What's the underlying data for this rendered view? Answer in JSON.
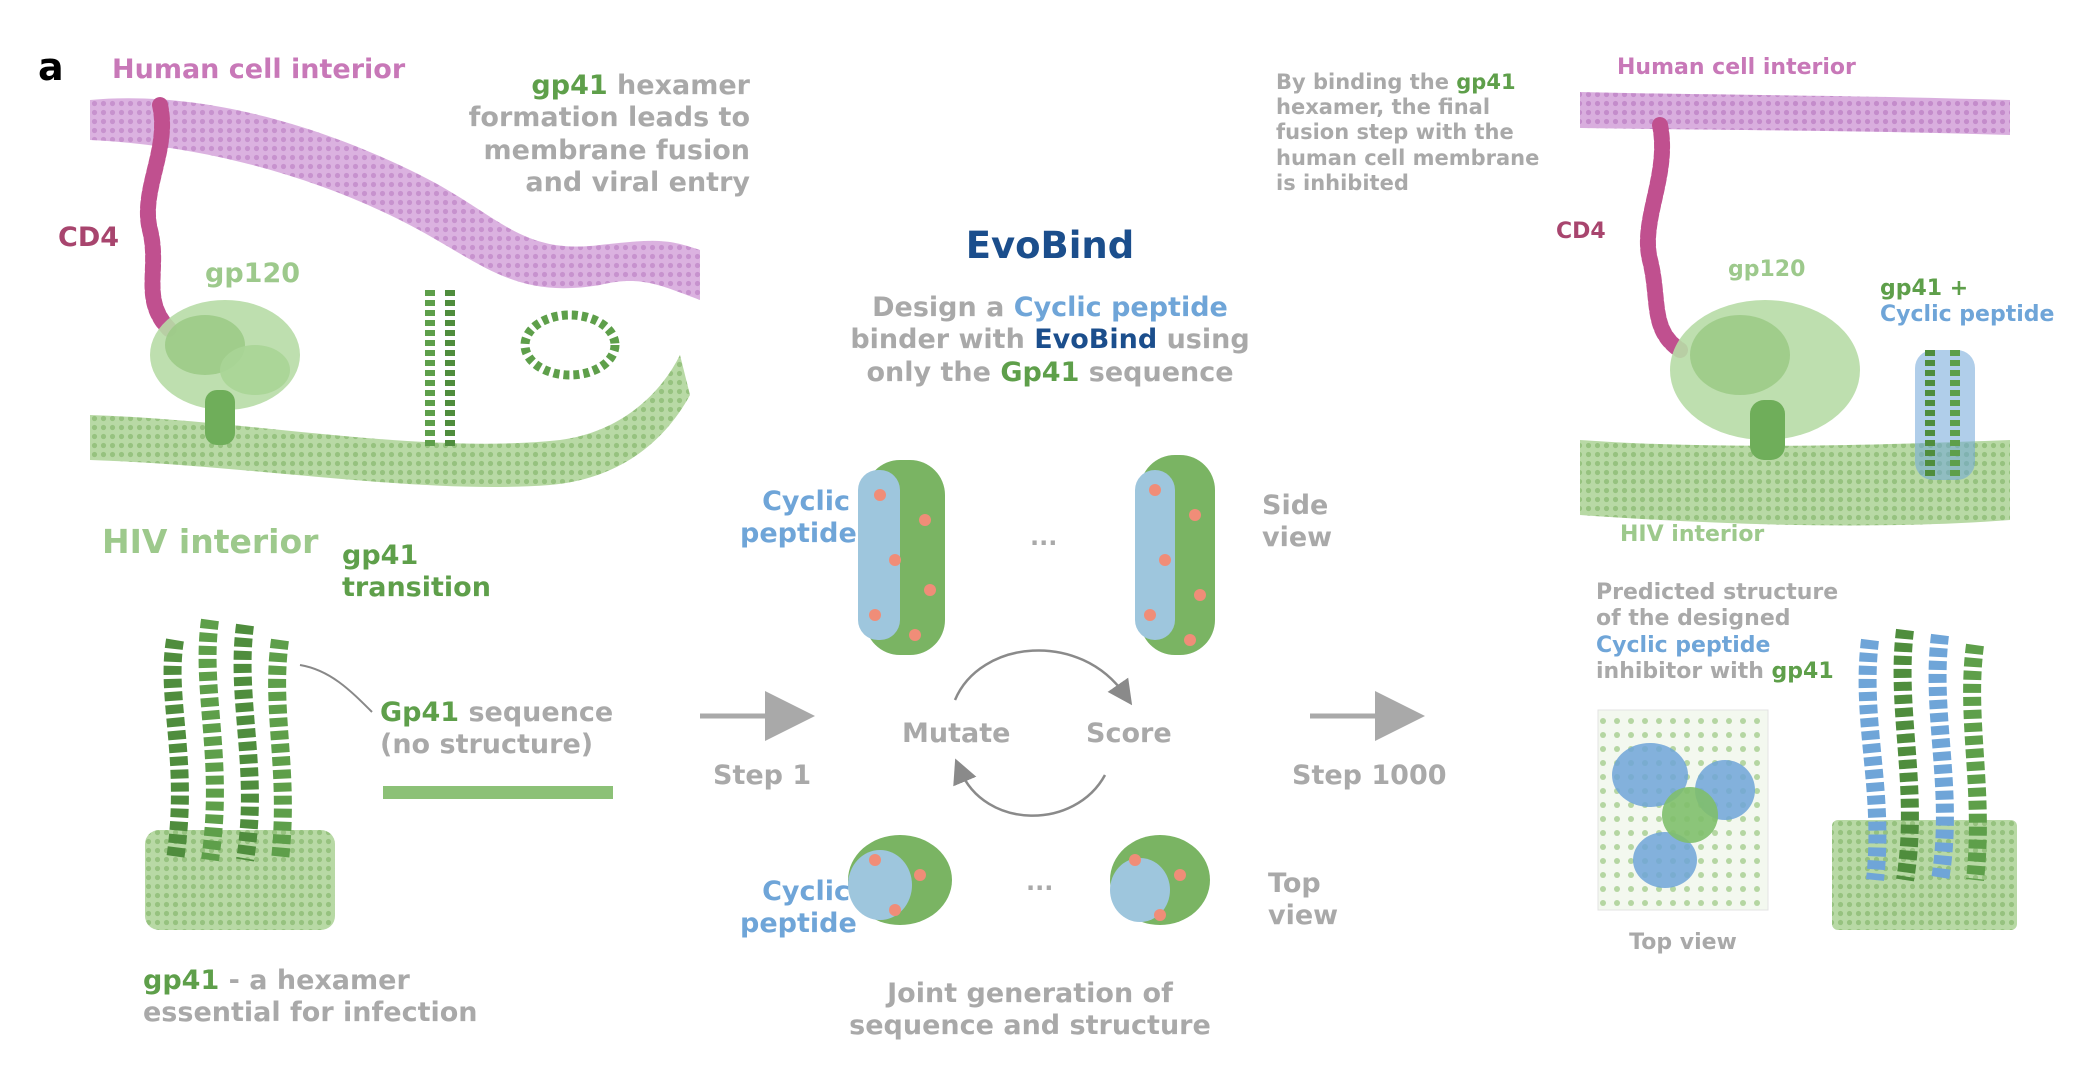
{
  "panel_letter": "a",
  "left": {
    "human_cell_interior": "Human cell interior",
    "fusion_caption": {
      "line1_highlight": "gp41",
      "line1_rest": " hexamer",
      "line2": "formation leads to",
      "line3": "membrane fusion",
      "line4": "and viral entry"
    },
    "cd4": "CD4",
    "gp120": "gp120",
    "hiv_interior": "HIV interior",
    "gp41_transition": {
      "line1": "gp41",
      "line2": "transition"
    },
    "gp41_sequence": {
      "highlight": "Gp41",
      "rest": " sequence",
      "line2": "(no structure)"
    },
    "hexamer_caption": {
      "highlight": "gp41",
      "rest": " - a hexamer",
      "line2": "essential for infection"
    }
  },
  "center": {
    "title": "EvoBind",
    "design": {
      "l1_a": "Design a ",
      "l1_b": "Cyclic peptide",
      "l2_a": "binder with ",
      "l2_b": "EvoBind",
      "l2_c": " using",
      "l3_a": "only the ",
      "l3_b": "Gp41",
      "l3_c": " sequence"
    },
    "cyclic_peptide_side": {
      "line1": "Cyclic",
      "line2": "peptide"
    },
    "cyclic_peptide_top": {
      "line1": "Cyclic",
      "line2": "peptide"
    },
    "ellipsis_side": "...",
    "ellipsis_top": "...",
    "side_view": {
      "line1": "Side",
      "line2": "view"
    },
    "top_view": {
      "line1": "Top",
      "line2": "view"
    },
    "mutate": "Mutate",
    "score": "Score",
    "step1": "Step 1",
    "step1000": "Step 1000",
    "joint": {
      "line1": "Joint generation of",
      "line2": "sequence and structure"
    }
  },
  "right": {
    "inhibited_caption": {
      "l1_a": "By binding the ",
      "l1_b": "gp41",
      "l2": "hexamer, the final",
      "l3": "fusion step with the",
      "l4": "human cell membrane",
      "l5": "is inhibited"
    },
    "human_cell_interior": "Human cell interior",
    "cd4": "CD4",
    "gp120": "gp120",
    "gp41_plus": "gp41 +",
    "cyclic_peptide": "Cyclic peptide",
    "hiv_interior": "HIV interior",
    "predicted": {
      "l1": "Predicted structure",
      "l2": "of the designed",
      "l3": "Cyclic peptide",
      "l4_a": "inhibitor with ",
      "l4_b": "gp41"
    },
    "top_view": "Top view"
  },
  "colors": {
    "membrane_pink": "#d7a6d6",
    "membrane_green": "#a9cf95",
    "protein_green": "#5e9f4a",
    "light_green": "#a8d596",
    "cd4_pink": "#c0508f",
    "peptide_blue": "#6fa5d8",
    "title_navy": "#1b4e8c"
  }
}
